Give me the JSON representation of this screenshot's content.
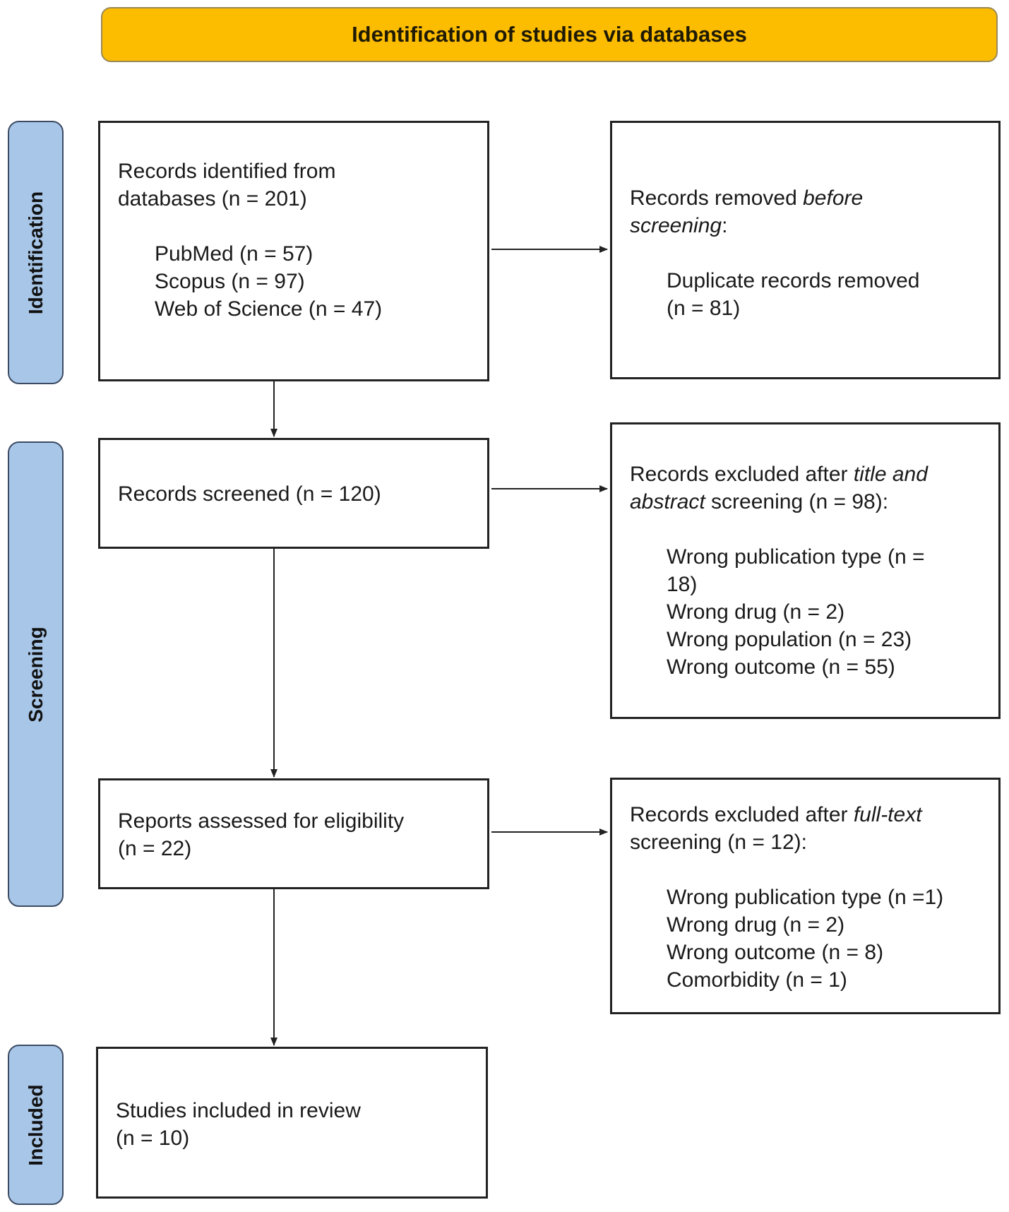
{
  "header": {
    "title": "Identification of studies via databases"
  },
  "phases": {
    "identification": "Identification",
    "screening": "Screening",
    "included": "Included"
  },
  "identified": {
    "line1": "Records identified from",
    "line2": "databases (n = 201)",
    "sources": [
      "PubMed (n = 57)",
      "Scopus (n = 97)",
      "Web of Science (n = 47)"
    ]
  },
  "removed_before": {
    "prefix": "Records removed ",
    "emphasis1": "before",
    "emphasis2": "screening",
    "suffix": ":",
    "item_line1": "Duplicate records removed",
    "item_line2": "(n = 81)"
  },
  "screened": {
    "text": "Records screened (n = 120)"
  },
  "excluded_title_abstract": {
    "prefix": "Records excluded after ",
    "emphasis1": "title and",
    "emphasis2": "abstract",
    "suffix": " screening (n = 98):",
    "items": [
      "Wrong publication type (n =",
      "18)",
      "Wrong drug (n = 2)",
      "Wrong population (n = 23)",
      "Wrong outcome (n = 55)"
    ]
  },
  "eligibility": {
    "line1": "Reports assessed for eligibility",
    "line2": "(n = 22)"
  },
  "excluded_fulltext": {
    "prefix": "Records excluded after ",
    "emphasis": "full-text",
    "line2": "screening (n = 12):",
    "items": [
      "Wrong publication type (n =1)",
      "Wrong drug (n = 2)",
      "Wrong outcome (n = 8)",
      "Comorbidity (n = 1)"
    ]
  },
  "included": {
    "line1": "Studies included in review",
    "line2": "(n = 10)"
  }
}
